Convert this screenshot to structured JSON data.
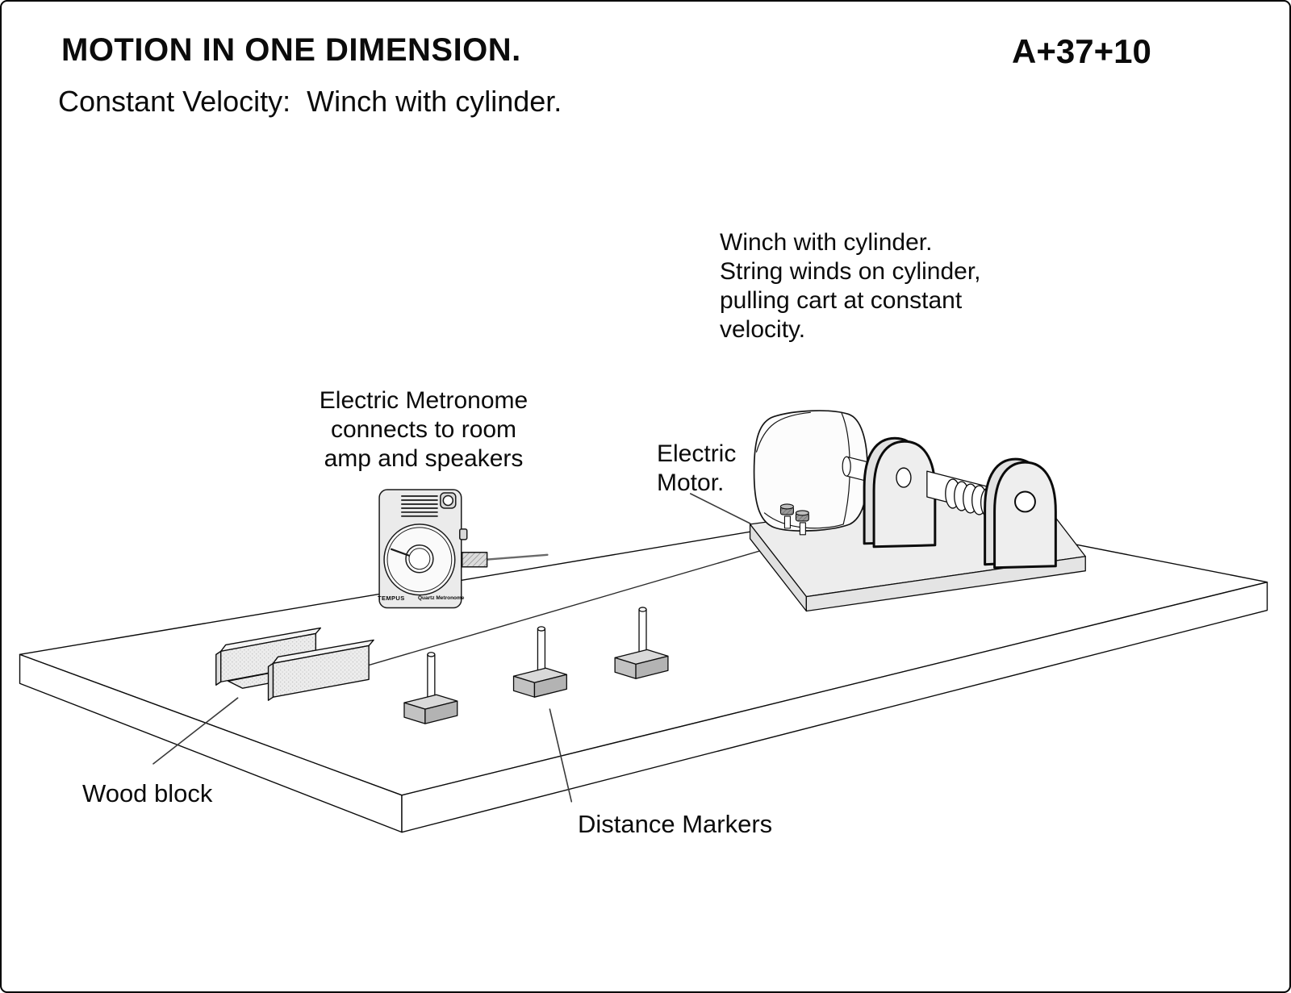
{
  "page": {
    "title": "MOTION IN ONE DIMENSION.",
    "code": "A+37+10",
    "subtitle": "Constant Velocity:  Winch with cylinder."
  },
  "annotations": {
    "winch_note": "Winch with cylinder.\nString winds on cylinder,\npulling cart at constant\nvelocity.",
    "metronome_note": "Electric Metronome\nconnects to room\namp and speakers",
    "motor_label": "Electric\nMotor.",
    "wood_block_label": "Wood block",
    "distance_markers_label": "Distance Markers"
  },
  "devices": {
    "metronome": {
      "brand": "TEMPUS",
      "model": "Quartz Metronome"
    }
  },
  "scene": {
    "objects": [
      "table-top",
      "wood-block-channel",
      "distance-marker",
      "distance-marker",
      "distance-marker",
      "electric-metronome",
      "metronome-wire",
      "pulling-string",
      "winch-base-plate",
      "electric-motor",
      "binding-posts",
      "bearing-support-left",
      "bearing-support-right",
      "winding-cylinder"
    ]
  },
  "colors": {
    "ink": "#0b0b0b",
    "panel_gray": "#ececec",
    "marker_gray": "#c9c9c9",
    "background": "#ffffff"
  }
}
